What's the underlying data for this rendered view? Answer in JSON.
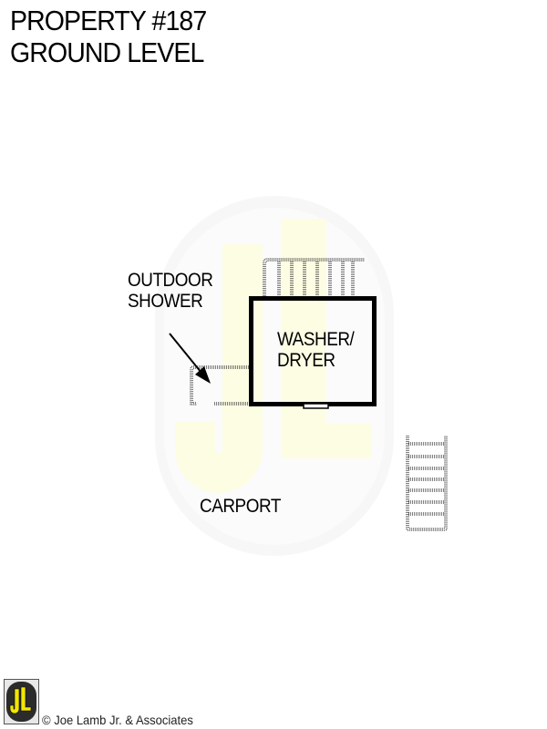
{
  "header": {
    "title_line1": "PROPERTY #187",
    "title_line2": "GROUND LEVEL"
  },
  "floorplan": {
    "rooms": [
      {
        "name": "washer-dryer",
        "label_line1": "WASHER/",
        "label_line2": "DRYER"
      }
    ],
    "areas": [
      {
        "name": "outdoor-shower",
        "label_line1": "OUTDOOR",
        "label_line2": "SHOWER"
      },
      {
        "name": "carport",
        "label": "CARPORT"
      }
    ],
    "stairs": [
      {
        "name": "stairs-top",
        "treads": 7
      },
      {
        "name": "stairs-right",
        "treads": 7
      }
    ]
  },
  "watermark": {
    "text": "JL",
    "pill_color": "#f7f7f7",
    "letter_color": "#fdfde6"
  },
  "footer": {
    "logo_text": "JL",
    "logo_letter_color": "#f2e600",
    "logo_bg_color": "#2b2b2b",
    "copyright": "© Joe Lamb Jr. & Associates"
  },
  "colors": {
    "wall": "#000000",
    "background": "#ffffff"
  }
}
